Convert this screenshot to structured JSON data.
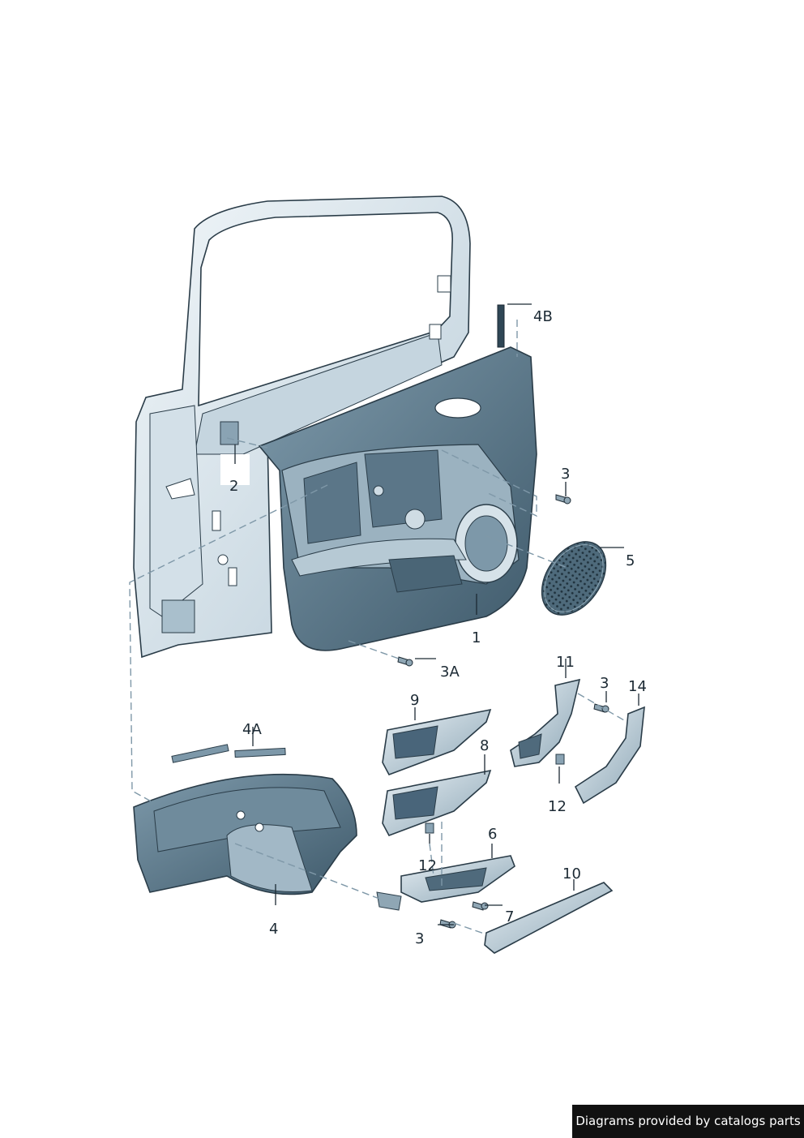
{
  "diagram": {
    "callouts": [
      {
        "id": "1",
        "text": "1"
      },
      {
        "id": "2",
        "text": "2"
      },
      {
        "id": "3a",
        "text": "3"
      },
      {
        "id": "3A",
        "text": "3A"
      },
      {
        "id": "3b",
        "text": "3"
      },
      {
        "id": "3c",
        "text": "3"
      },
      {
        "id": "4",
        "text": "4"
      },
      {
        "id": "4A",
        "text": "4A"
      },
      {
        "id": "4B",
        "text": "4B"
      },
      {
        "id": "5",
        "text": "5"
      },
      {
        "id": "6",
        "text": "6"
      },
      {
        "id": "7",
        "text": "7"
      },
      {
        "id": "8",
        "text": "8"
      },
      {
        "id": "9",
        "text": "9"
      },
      {
        "id": "10",
        "text": "10"
      },
      {
        "id": "11",
        "text": "11"
      },
      {
        "id": "12a",
        "text": "12"
      },
      {
        "id": "12b",
        "text": "12"
      },
      {
        "id": "14",
        "text": "14"
      }
    ],
    "colors": {
      "frame": "#dfe9ef",
      "panel": "#5f7f92",
      "panel_dark": "#3f5a6b",
      "part_light": "#c9d9e2",
      "line": "#1c2a34"
    }
  },
  "credit": {
    "text": "Diagrams provided by catalogs parts"
  }
}
